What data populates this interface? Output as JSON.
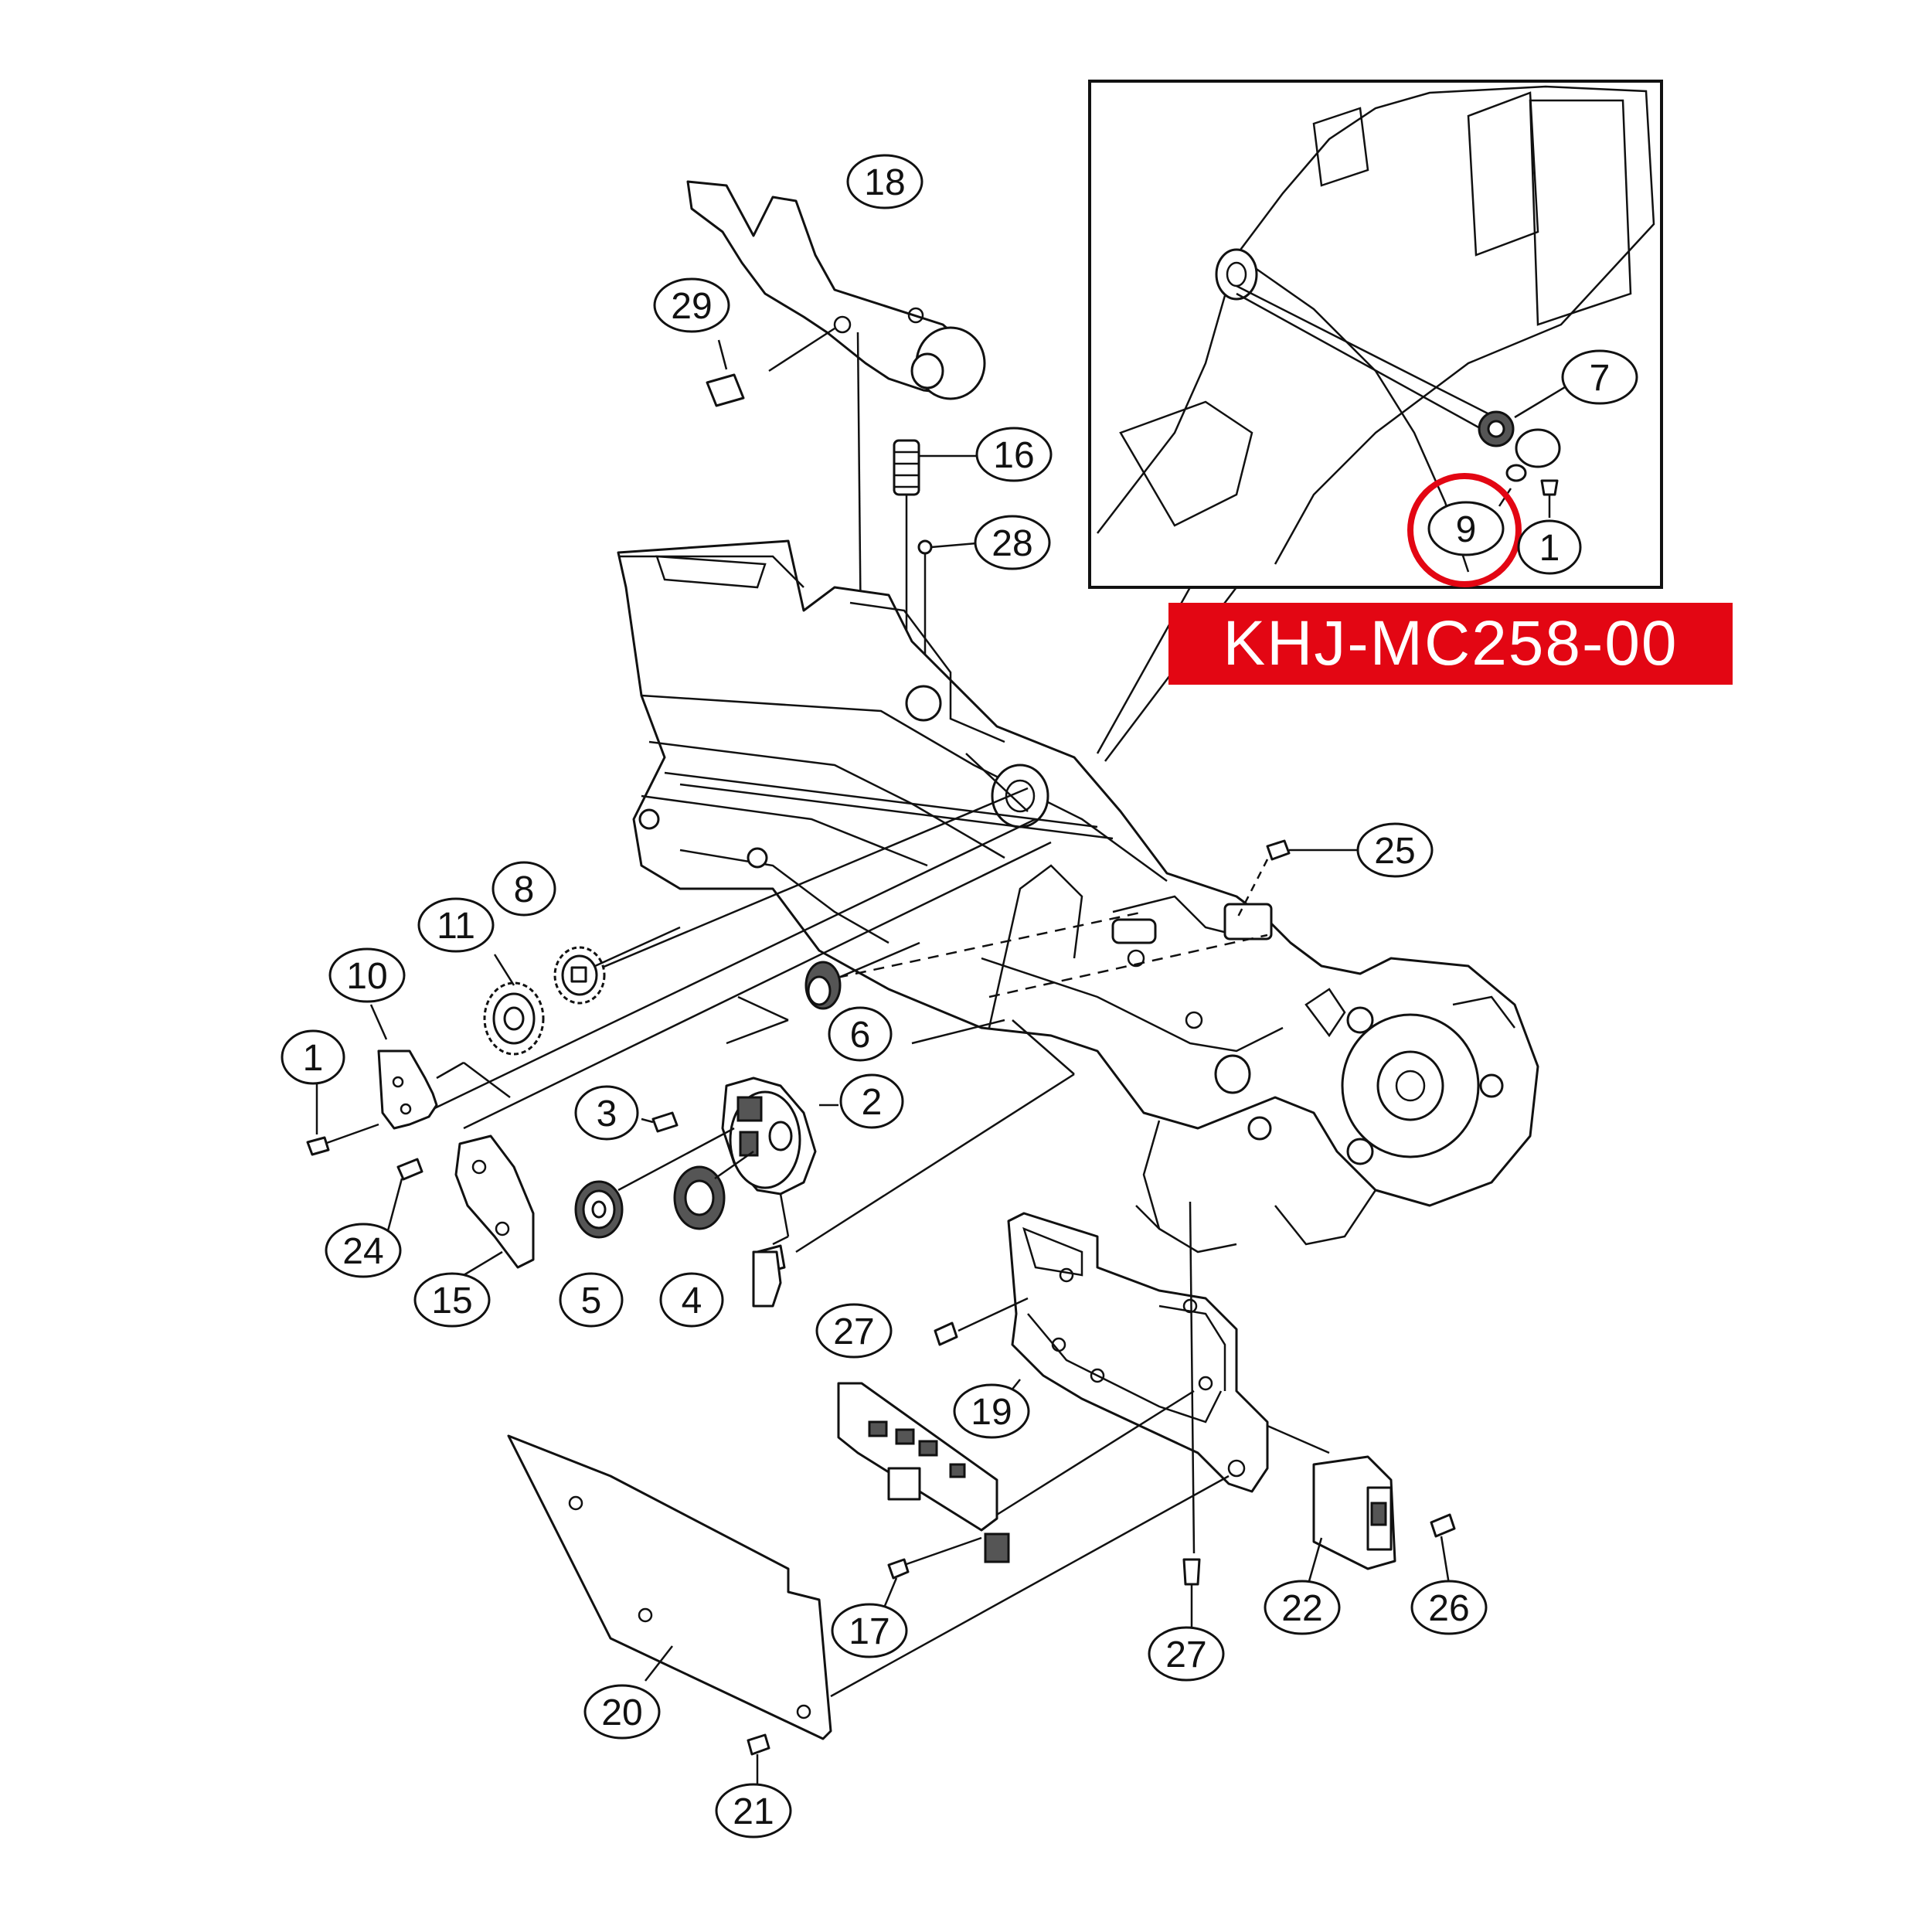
{
  "part_code": "KHJ-MC258-00",
  "highlight_color": "#e30613",
  "callouts": {
    "c1a": "1",
    "c1b": "1",
    "c2": "2",
    "c3": "3",
    "c4": "4",
    "c5": "5",
    "c6": "6",
    "c7": "7",
    "c8": "8",
    "c9": "9",
    "c10": "10",
    "c11": "11",
    "c15": "15",
    "c16": "16",
    "c17": "17",
    "c18": "18",
    "c19": "19",
    "c20": "20",
    "c21": "21",
    "c22": "22",
    "c24": "24",
    "c25": "25",
    "c26": "26",
    "c27a": "27",
    "c27b": "27",
    "c28": "28",
    "c29": "29"
  },
  "highlighted_callout": "9"
}
